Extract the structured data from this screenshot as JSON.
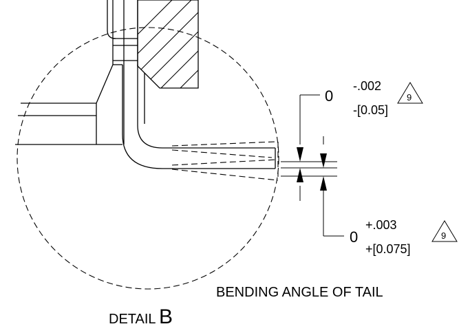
{
  "drawing": {
    "caption": "BENDING ANGLE OF TAIL",
    "detail_prefix": "DETAIL",
    "detail_letter": "B",
    "upper_tolerance": {
      "nominal": "0",
      "inch": "-.002",
      "mm": "-[0.05]",
      "note_number": "9"
    },
    "lower_tolerance": {
      "nominal": "0",
      "inch": "+.003",
      "mm": "+[0.075]",
      "note_number": "9"
    }
  }
}
